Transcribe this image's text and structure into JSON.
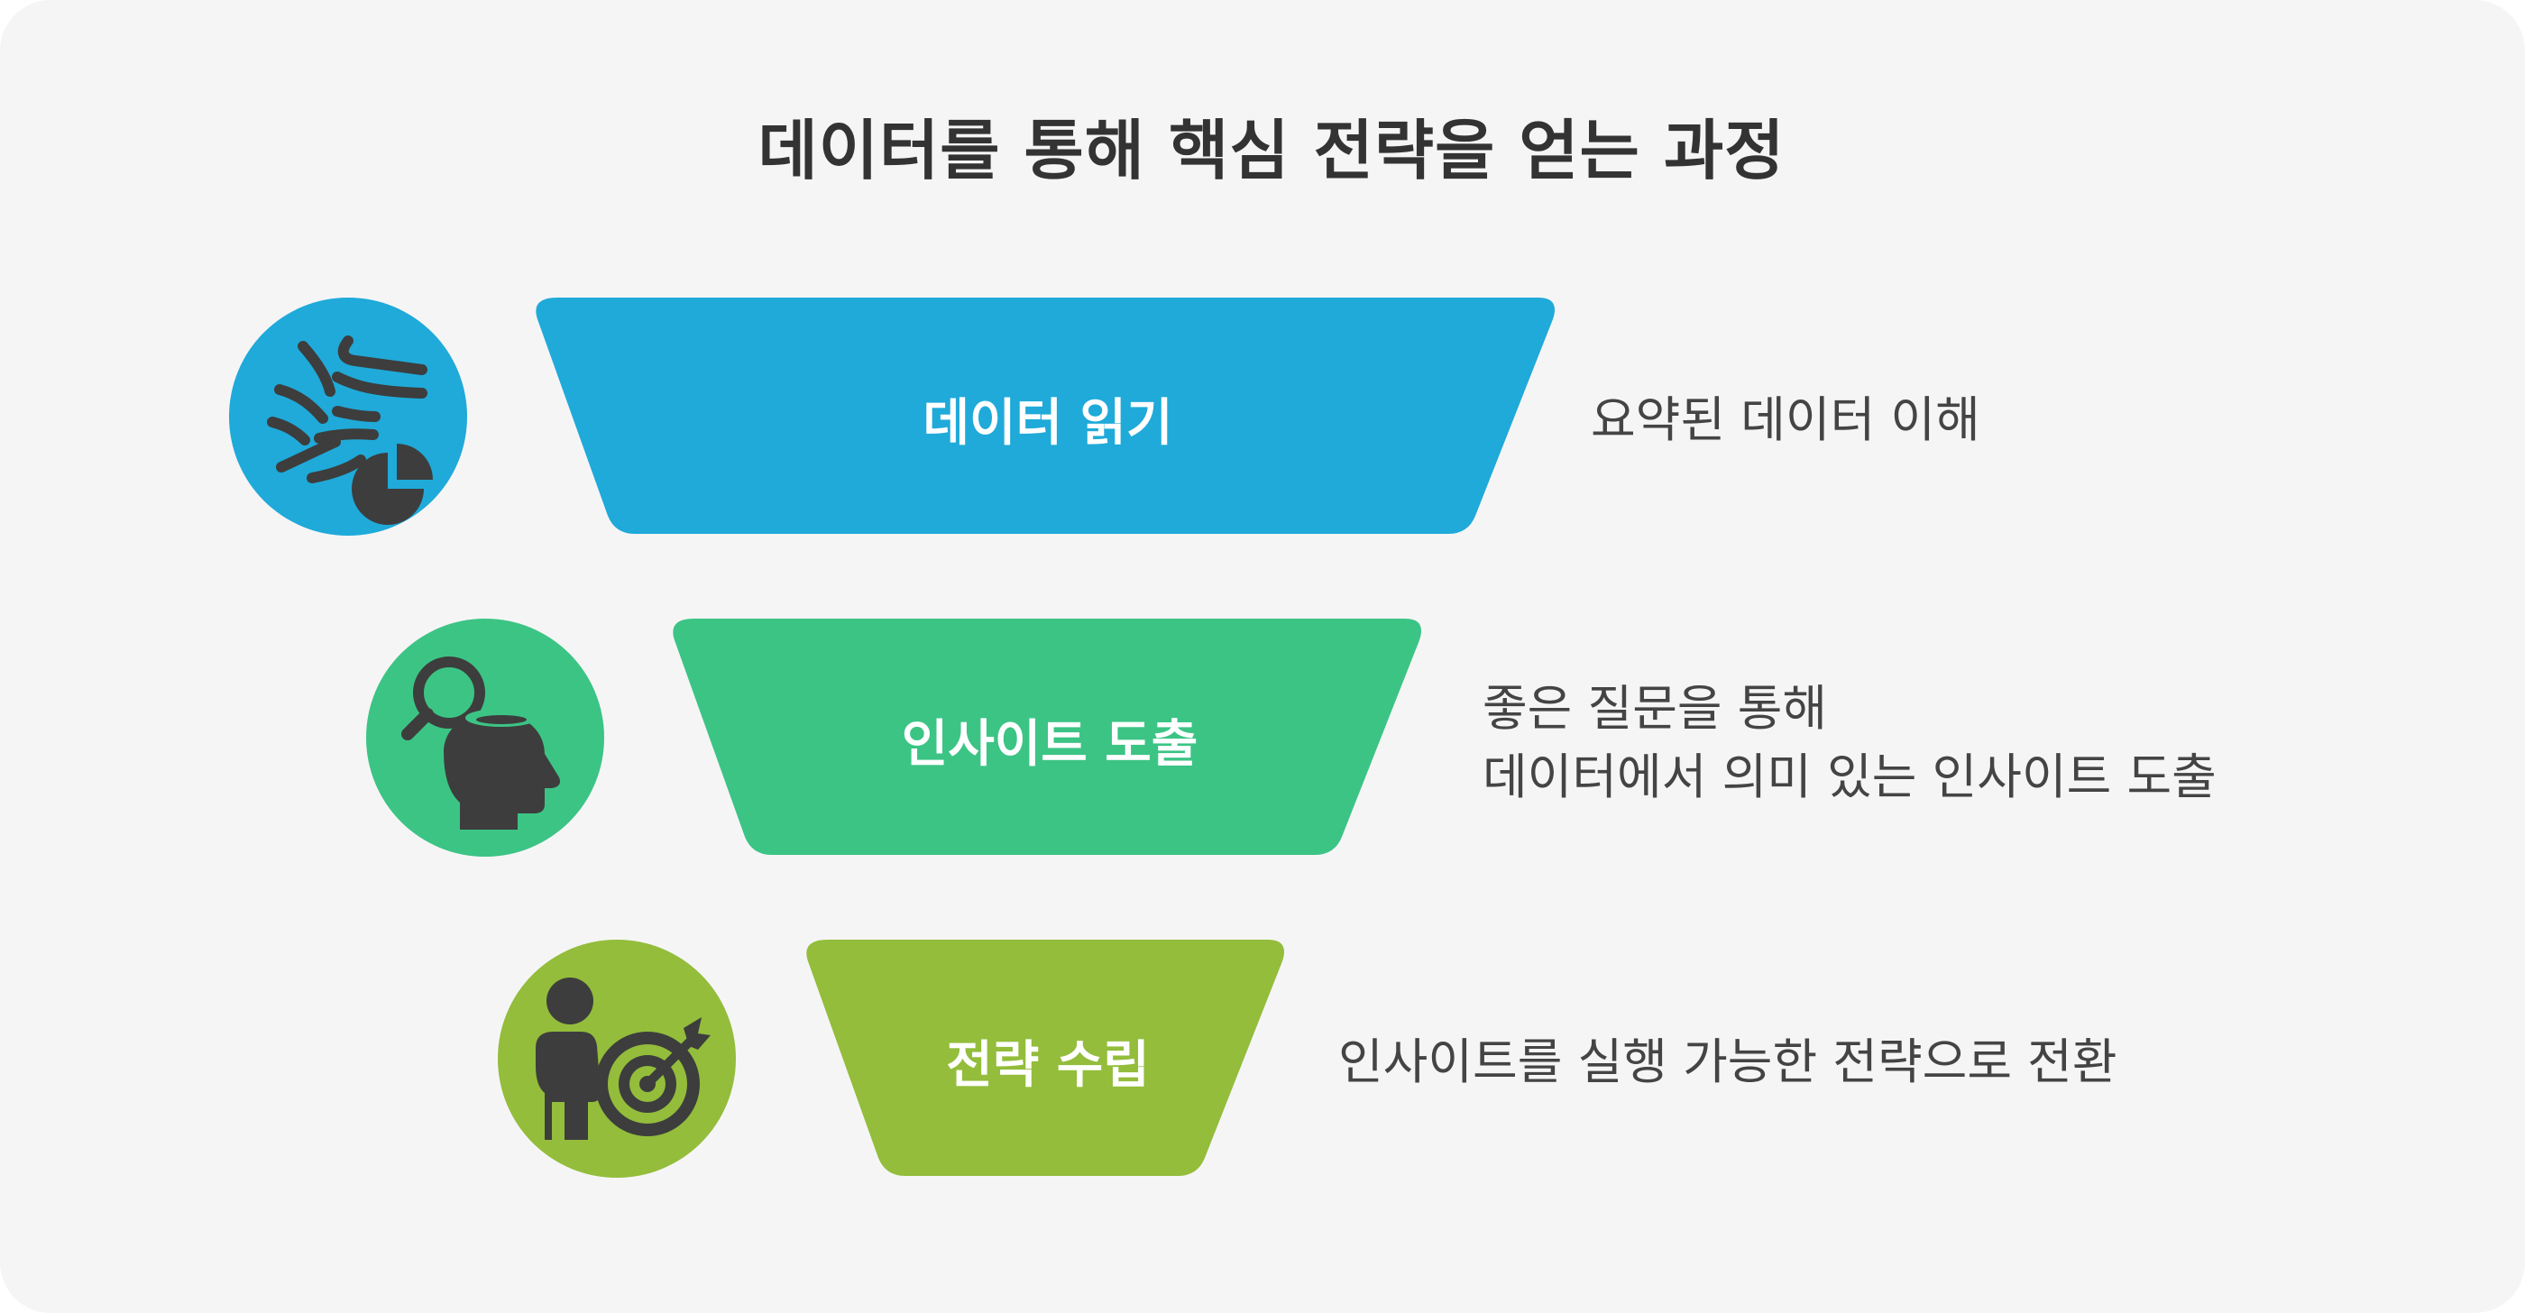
{
  "title": "데이터를 통해 핵심 전략을 얻는 과정",
  "colors": {
    "background": "#f6f5f6",
    "step1": "#1faad9",
    "step2": "#3cc485",
    "step3": "#93bd3b",
    "icon": "#3d3d3d"
  },
  "steps": [
    {
      "label": "데이터 읽기",
      "icon": "data-flow-pie-icon",
      "description_lines": [
        "요약된 데이터 이해"
      ]
    },
    {
      "label": "인사이트 도출",
      "icon": "head-magnifier-icon",
      "description_lines": [
        "좋은 질문을 통해",
        "데이터에서 의미 있는 인사이트 도출"
      ]
    },
    {
      "label": "전략 수립",
      "icon": "person-target-icon",
      "description_lines": [
        "인사이트를 실행 가능한 전략으로 전환"
      ]
    }
  ]
}
